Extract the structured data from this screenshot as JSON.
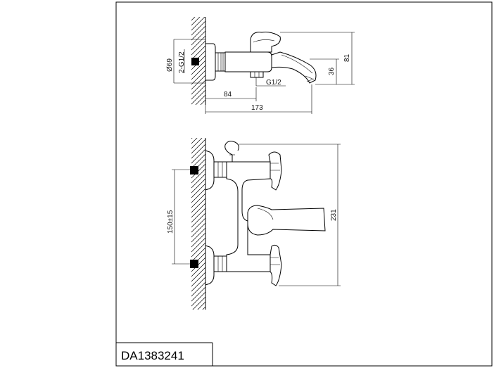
{
  "model": "DA1383241",
  "top_view": {
    "dims": {
      "flange_diameter": "Ø69",
      "inlet_thread": "2-G1/2",
      "outlet_thread": "G1/2",
      "body_depth": "84",
      "total_depth": "173",
      "total_height": "81",
      "spout_height": "36"
    }
  },
  "front_view": {
    "dims": {
      "center_distance": "150±15",
      "total_height": "231"
    }
  },
  "icons": [
    "hatch-wall",
    "handle-knob",
    "hook",
    "spout"
  ]
}
